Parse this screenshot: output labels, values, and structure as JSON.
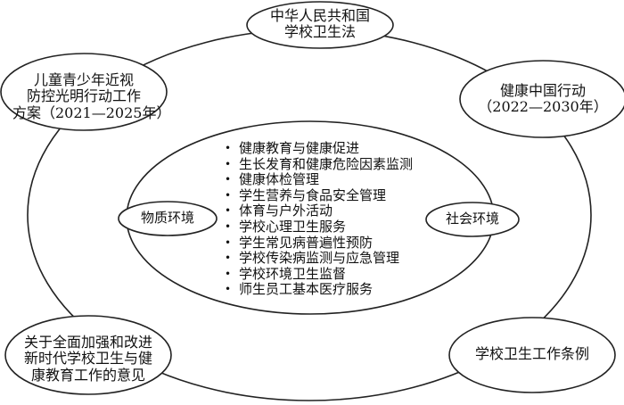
{
  "policies": {
    "top": [
      "中华人民共和国",
      "学校卫生法"
    ],
    "left_top": [
      "儿童青少年近视",
      "防控光明行动工作",
      "方案（2021—2025年）"
    ],
    "right_top": [
      "健康中国行动",
      "（2022—2030年）"
    ],
    "left_bottom": [
      "关于全面加强和改进",
      "新时代学校卫生与健",
      "康教育工作的意见"
    ],
    "right_bottom": "学校卫生工作条例"
  },
  "environments": {
    "material": "物质环境",
    "social": "社会环境"
  },
  "work_items": [
    "健康教育与健康促进",
    "生长发育和健康危险因素监测",
    "健康体检管理",
    "学生营养与食品安全管理",
    "体育与户外活动",
    "学校心理卫生服务",
    "学生常见病普遍性预防",
    "学校传染病监测与应急管理",
    "学校环境卫生监督",
    "师生员工基本医疗服务"
  ]
}
